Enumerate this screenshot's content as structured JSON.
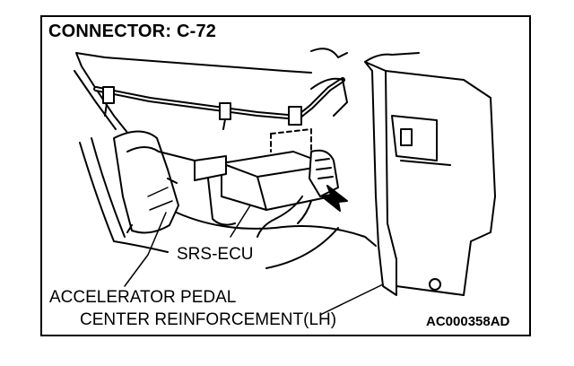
{
  "diagram": {
    "title": "CONNECTOR: C-72",
    "labels": {
      "srs_ecu": "SRS-ECU",
      "accelerator_pedal": "ACCELERATOR PEDAL",
      "center_reinforcement": "CENTER REINFORCEMENT(LH)"
    },
    "figure_code": "AC000358AD"
  }
}
